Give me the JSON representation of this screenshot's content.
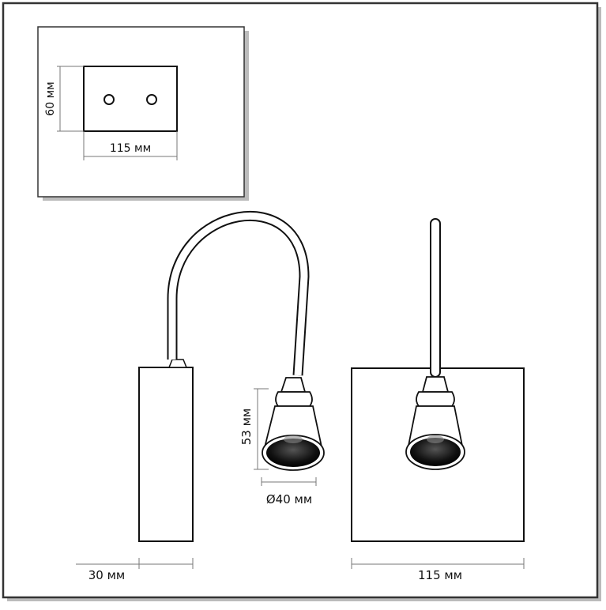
{
  "labels": {
    "mount_height": "60 мм",
    "mount_width": "115 мм",
    "head_height": "53 мм",
    "head_diameter": "Ø40 мм",
    "depth": "30 мм",
    "front_width": "115 мм"
  },
  "colors": {
    "line": "#111111",
    "dim_line": "#777777",
    "frame": "#444444",
    "inner_dark": "#222222"
  }
}
